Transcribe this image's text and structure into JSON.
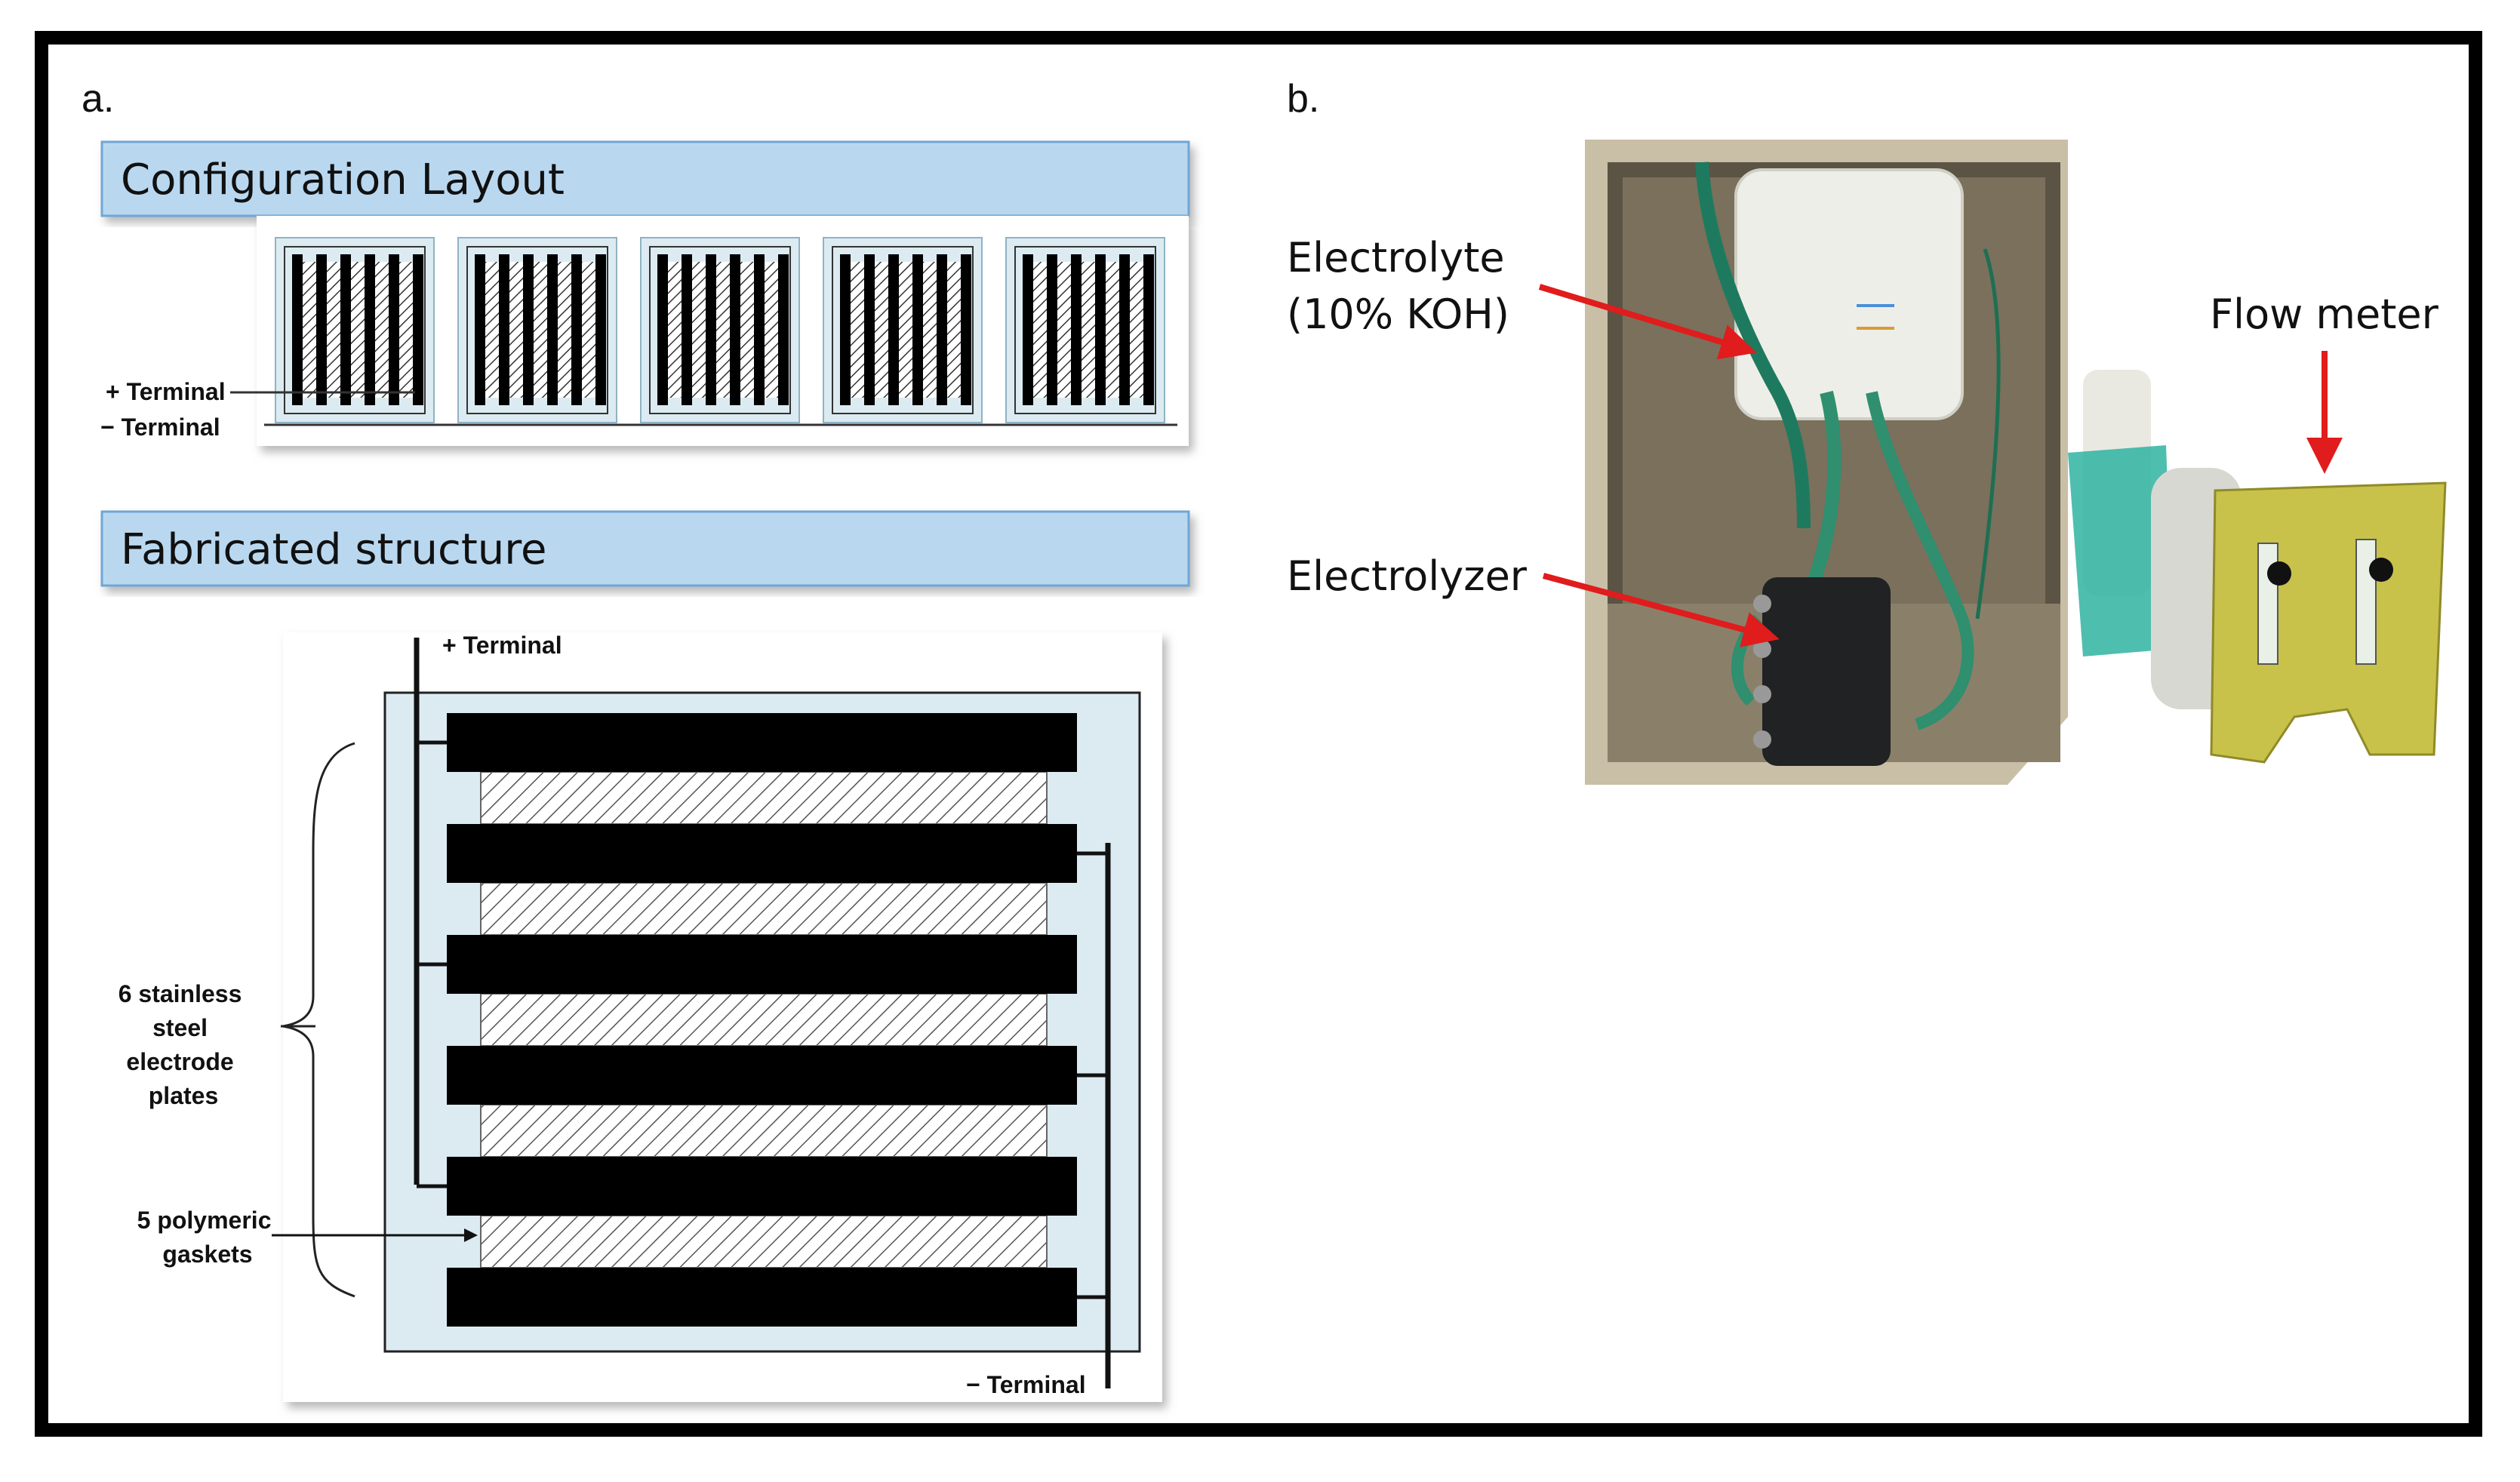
{
  "panel_a": {
    "label": "a.",
    "config_header": "Configuration Layout",
    "plus_terminal": "+ Terminal",
    "minus_terminal": "− Terminal",
    "fab_header": "Fabricated structure",
    "fab_plus_terminal": "+ Terminal",
    "fab_minus_terminal": "− Terminal",
    "plates_label": [
      "6 stainless",
      "steel",
      "electrode",
      "plates"
    ],
    "gaskets_label": [
      "5 polymeric",
      "gaskets"
    ],
    "module_count": 5,
    "plate_count": 6,
    "gasket_count": 5
  },
  "panel_b": {
    "label": "b.",
    "electrolyte_label": [
      "Electrolyte",
      "(10% KOH)"
    ],
    "electrolyzer_label": "Electrolyzer",
    "flow_meter_label": "Flow meter"
  },
  "colors": {
    "header_fill": "#b9d8f0",
    "header_border": "#6fa6d6",
    "light_blue": "#dcebf1",
    "arrow_red": "#e01c1c",
    "frame": "#000000"
  }
}
